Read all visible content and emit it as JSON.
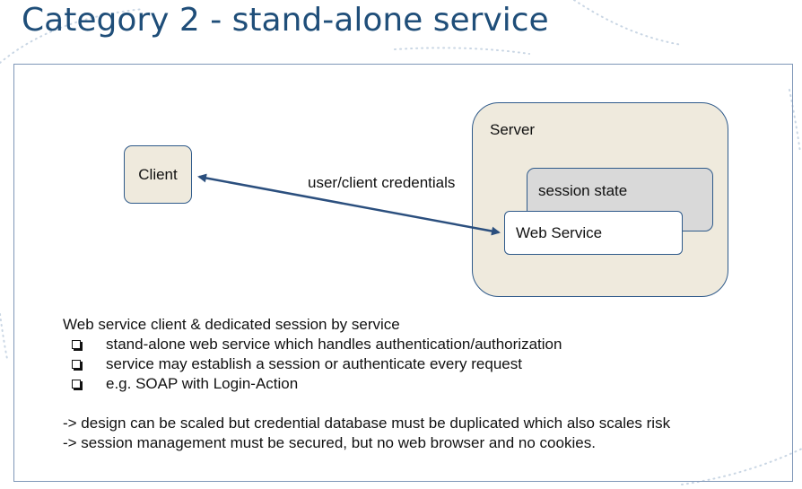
{
  "slide": {
    "title": "Category 2 - stand-alone service"
  },
  "diagram": {
    "client_label": "Client",
    "server_label": "Server",
    "session_state_label": "session state",
    "web_service_label": "Web Service",
    "connection_label": "user/client credentials"
  },
  "notes": {
    "heading": "Web service client & dedicated session by service",
    "bullets": [
      "stand-alone web service which handles authentication/authorization",
      "service may establish a session or authenticate every request",
      "e.g. SOAP with Login-Action"
    ],
    "conclusion_1": "-> design can be scaled but credential database must be duplicated which also scales risk",
    "conclusion_2": "-> session management must be secured, but no web browser and no cookies."
  },
  "colors": {
    "title": "#1f4e79",
    "arrow": "#2b4f7e",
    "box_fill": "#efeadd",
    "session_fill": "#d9d9d9"
  }
}
